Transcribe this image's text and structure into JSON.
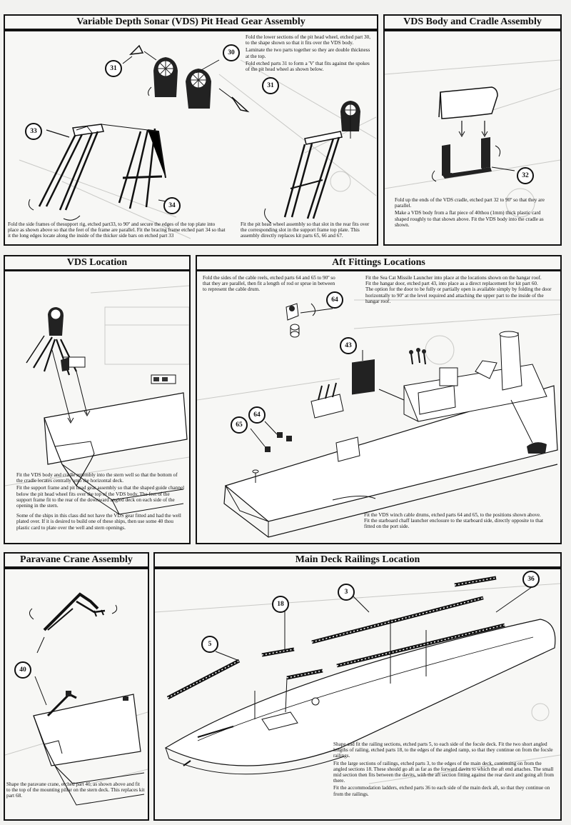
{
  "sections": {
    "vds_pit_head": {
      "title": "Variable Depth Sonar (VDS) Pit Head Gear Assembly",
      "note_top": [
        "Fold the lower sections of the pit head wheel, etched part 30, to the shape shown so that it fits over the VDS body.",
        "Laminate the two parts together so they are double thickness at the top.",
        "Fold etched parts 31 to form a 'V' that fits against the spokes of the pit head wheel as shown below."
      ],
      "note_left": "Fold the side frames of thesupport rig, etched part33, to 90º and secure the edges of the top plate into place as shown above so that the feet of the frame are parallel.  Fit the bracing frame etched part 34 so that it the long edges locate along the inside of the thicker side bars on etched part 33",
      "note_right": "Fit the pit head wheel assembly  so that slot in the rear fits over the corresponding slot in the support frame top plate. This assembly directly replaces kit parts 65, 66 and  67.",
      "callouts": [
        "31",
        "30",
        "31",
        "33",
        "34"
      ]
    },
    "vds_body": {
      "title": "VDS Body and Cradle Assembly",
      "note": [
        "Fold up the ends of the VDS cradle, etched part 32 to 90º so that they are parallel.",
        "Make a VDS body from a flat piece of 40thou (1mm) thick plastic card shaped roughly to that shown above. Fit the VDS body into the cradle as shown."
      ],
      "callouts": [
        "32"
      ]
    },
    "vds_location": {
      "title": "VDS Location",
      "note": [
        "Fit the VDS body and cradle assembly into the stern well so that the bottom of the cradle locates centrally onto the horizontal deck.",
        "Fit the support frame and pit head gear assembly so that the shaped guide channel below the pit head wheel fits over the top of the VDS body. The feet of the support frame fit to the rear of the downward angled deck on each side of the opening in the stern.",
        "Some of the ships in this class did not have the VDS gear fitted and had the well plated over. If it is desired to build  one of these ships, then use some 40 thou plastic card to plate over the well and  stern openings."
      ]
    },
    "aft_fittings": {
      "title": "Aft Fittings Locations",
      "note_reels": "Fold the sides of the cable reels, etched parts 64 and 65 to 90º so that they are parallel, then fit a length of rod or sprue in between to represent the cable drum.",
      "note_hangar": [
        "Fit the Sea Cat Missile Launcher  into place at the locations shown on the hangar roof.",
        "Fit the hangar door, etched part 43, into place as a direct replacement for kit part 60.",
        "The option for the door to be fully or partially open is available simply by folding the door horizontally to 90º at the level required and attaching the upper part to the inside of the hangar roof."
      ],
      "note_winch": [
        "Fit the VDS winch cable drums, etched parts 64 and 65, to the positions shown above.",
        "Fit the starboard chaff launcher enclosure to the starboard side, directly opposite to that fitted on the port side."
      ],
      "callouts": [
        "64",
        "43",
        "64",
        "65"
      ]
    },
    "paravane": {
      "title": "Paravane Crane Assembly",
      "note": "Shape the paravane crane, etched part 40, as shown above and fit to the top of the mounting pillar on the stern deck. This replaces kit part 68.",
      "callouts": [
        "40"
      ]
    },
    "railings": {
      "title": "Main Deck Railings Location",
      "note": [
        "Shape and fit the railing sections, etched parts 5, to each side of the focsle deck. Fit the two short angled lengths of railing, etched parts 18, to the edges of the angled ramp, so that they continue on from the focsle railings.",
        "Fit the large sections of railings, etched parts 3, to the edges of the main deck, continuing on from the angled sections 18.  These should go aft as far as the forward davits to which the aft end attaches. The small mid section then fits between the davits, with the aft section fitting against the rear davit and going aft from there.",
        "Fit the accommodation ladders, etched parts 36 to each side of the main deck aft, so that they continue on from the railings."
      ],
      "callouts": [
        "3",
        "18",
        "36",
        "5"
      ]
    }
  }
}
